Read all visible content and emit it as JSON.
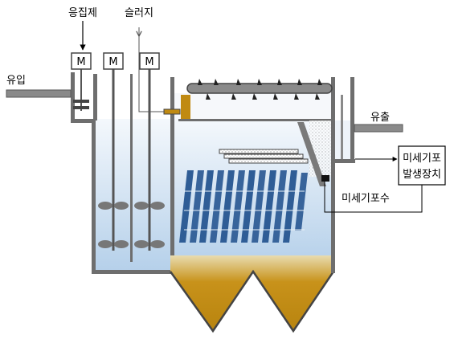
{
  "labels": {
    "coagulant": "응집제",
    "sludge": "슬러지",
    "inflow": "유입",
    "outflow": "유출",
    "microbubble_water": "미세기포수",
    "generator_line1": "미세기포",
    "generator_line2": "발생장치"
  },
  "motors": [
    "M",
    "M",
    "M"
  ],
  "colors": {
    "water_top": "#f2f6fb",
    "water_bottom": "#b8d3ec",
    "sludge": "#c08a12",
    "wall": "#6e6e6e",
    "plate": "#2f5d96",
    "pipe": "#8a8a8a"
  }
}
